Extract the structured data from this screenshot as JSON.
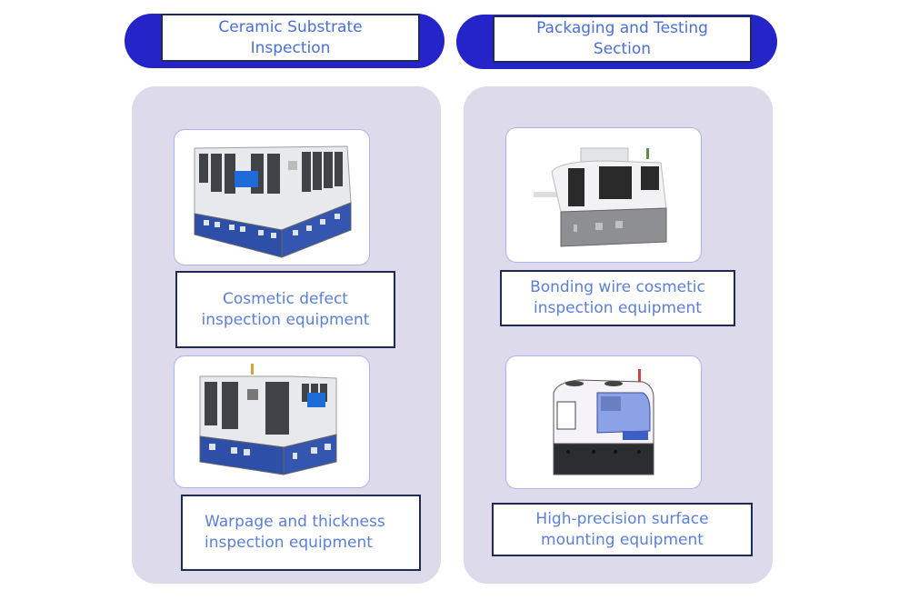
{
  "sections": [
    {
      "title_line1": "Ceramic Substrate",
      "title_line2": "Inspection",
      "items": [
        {
          "label_line1": "Cosmetic defect",
          "label_line2": "inspection equipment",
          "image": "machine-photo-blue-cabinet-long"
        },
        {
          "label_line1": "Warpage and thickness",
          "label_line2": "inspection equipment",
          "image": "machine-photo-blue-cabinet-compact"
        }
      ]
    },
    {
      "title_line1": "Packaging and Testing",
      "title_line2": "Section",
      "items": [
        {
          "label_line1": "Bonding wire cosmetic",
          "label_line2": "inspection equipment",
          "image": "machine-photo-gray-white"
        },
        {
          "label_line1": "High-precision surface",
          "label_line2": "mounting equipment",
          "image": "machine-photo-black-white-enclosure"
        }
      ]
    }
  ],
  "colors": {
    "header_pill": "#2424c8",
    "panel_bg": "#dcdaeb",
    "text_blue": "#5b7fd9",
    "border_dark": "#1f2a55"
  }
}
